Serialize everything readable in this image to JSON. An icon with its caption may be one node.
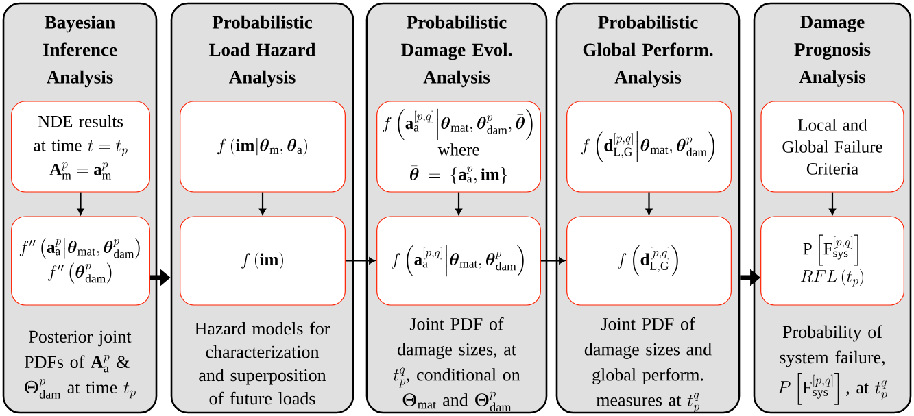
{
  "diagram": {
    "nodes": [
      {
        "text": [
          "Bayesian Inference Analysis",
          "\\begin{gathered}\\text{Posterior joint}\\\\ \\text{PDFs of }\\mathbf{A}^{p}_{\\mathrm{a}}\\text{ \\& }\\\\ \\boldsymbol{\\Theta}^{p}_{\\mathrm{dam}}\\text{ at time }t_{p}\\end{gathered}"
        ]
      },
      {
        "text": [
          "\\begin{gathered}\\text{NDE results}\\\\ \\text{at time }t=t_{p}\\\\ \\mathbf{A}^{p}_{\\mathrm{m}}=\\mathbf{a}^{p}_{\\mathrm{m}}\\end{gathered}"
        ],
        "in": 0
      },
      {
        "text": [
          "f''\\left(\\mathbf{a}^{p}_{\\mathrm{a}}\\middle|\\boldsymbol{\\theta}_{\\mathrm{mat}},\\boldsymbol{\\theta}^{p}_{\\mathrm{dam}}\\right)",
          "f''\\left(\\boldsymbol{\\theta}^{p}_{\\mathrm{dam}}\\right)"
        ],
        "in": 0
      },
      {
        "text": [
          "Probabilistic Load Hazard Analysis",
          "Hazard models for characterization and superposition of future loads"
        ]
      },
      {
        "text": [
          "f\\left(\\mathbf{im}\\middle|\\boldsymbol{\\theta}_{\\mathrm{m}},\\boldsymbol{\\theta}_{\\mathrm{a}}\\right)"
        ],
        "in": 3
      },
      {
        "text": [
          "f\\left(\\mathbf{im}\\right)"
        ],
        "in": 3
      },
      {
        "text": [
          "Probabilistic Damage Evol. Analysis",
          "\\begin{gathered}\\text{Joint PDF of}\\\\ \\text{damage sizes, at}\\\\ t^{q}_{p}\\text{, conditional on}\\\\ \\boldsymbol{\\Theta}_{\\mathrm{mat}}\\text{ and }\\boldsymbol{\\Theta}^{p}_{\\mathrm{dam}}\\end{gathered}"
        ]
      },
      {
        "text": [
          "f\\left(\\mathbf{a}^{[p,q]}_{\\mathrm{a}}\\middle|\\boldsymbol{\\theta}_{\\mathrm{mat}},\\boldsymbol{\\theta}^{p}_{\\mathrm{dam}},\\bar{\\boldsymbol{\\theta}}\\right)",
          "where",
          "\\bar{\\boldsymbol{\\theta}}=\\left\\{\\mathbf{a}^{p}_{\\mathrm{a}},\\mathbf{im}\\right\\}"
        ],
        "in": 6
      },
      {
        "text": [
          "f\\left(\\mathbf{a}^{[p,q]}_{\\mathrm{a}}\\middle|\\boldsymbol{\\theta}_{\\mathrm{mat}},\\boldsymbol{\\theta}^{p}_{\\mathrm{dam}}\\right)"
        ],
        "in": 6
      },
      {
        "text": [
          "Probabilistic Global Perform. Analysis",
          "\\begin{gathered}\\text{Joint PDF of}\\\\ \\text{damage sizes and}\\\\ \\text{global perform.}\\\\ \\text{measures at }t^{q}_{p}\\end{gathered}"
        ]
      },
      {
        "text": [
          "f\\left(\\mathbf{d}^{[p,q]}_{\\mathrm{L,G}}\\middle|\\boldsymbol{\\theta}_{\\mathrm{mat}},\\boldsymbol{\\theta}^{p}_{\\mathrm{dam}}\\right)"
        ],
        "in": 9
      },
      {
        "text": [
          "f\\left(\\mathbf{d}^{[p,q]}_{\\mathrm{L,G}}\\right)"
        ],
        "in": 9
      },
      {
        "text": [
          "Damage Prognosis Analysis",
          "\\begin{gathered}\\text{Probability of}\\\\ \\text{system failure,}\\\\ P\\left[\\mathrm{F}^{[p,q]}_{\\mathrm{sys}}\\right]\\text{, at }t^{q}_{p}\\end{gathered}"
        ]
      },
      {
        "text": [
          "Local and Global Failure Criteria"
        ],
        "in": 12
      },
      {
        "text": [
          "\\mathrm{P}\\left[\\mathrm{F}^{[p,q]}_{\\mathrm{sys}}\\right]",
          "RFL\\left(t_{p}\\right)"
        ],
        "in": 12
      }
    ],
    "edges": [
      {
        "from": 1,
        "to": 2,
        "arrow": "to"
      },
      {
        "from": 2,
        "to": 3,
        "arrow": "to",
        "style": "thick"
      },
      {
        "from": 4,
        "to": 5,
        "arrow": "to"
      },
      {
        "from": 5,
        "to": 8,
        "arrow": "to"
      },
      {
        "from": 7,
        "to": 8,
        "arrow": "to"
      },
      {
        "from": 8,
        "to": 11,
        "arrow": "to"
      },
      {
        "from": 10,
        "to": 11,
        "arrow": "to"
      },
      {
        "from": 13,
        "to": 14,
        "arrow": "to"
      },
      {
        "from": 9,
        "to": 14,
        "arrow": "to",
        "style": "thick"
      }
    ]
  }
}
